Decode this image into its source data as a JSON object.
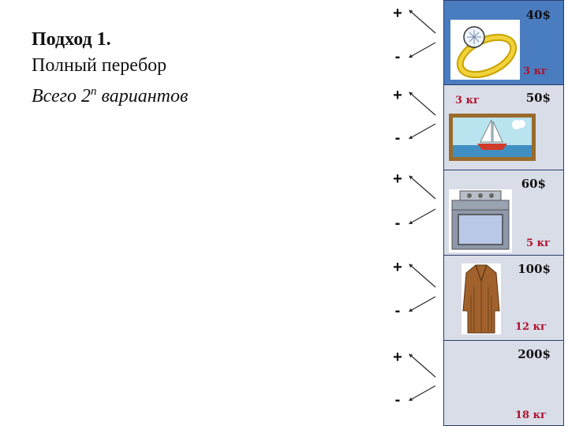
{
  "heading": {
    "line1": "Подход 1.",
    "line2": "Полный перебор",
    "line3_prefix": "Всего 2",
    "line3_exponent": "n",
    "line3_suffix": " вариантов"
  },
  "signs": {
    "plus": "+",
    "minus": "-"
  },
  "items": [
    {
      "name": "ring",
      "price": "40$",
      "weight": "3 кг",
      "selected": true
    },
    {
      "name": "painting",
      "price": "50$",
      "weight": "3 кг",
      "selected": false
    },
    {
      "name": "stove",
      "price": "60$",
      "weight": "5 кг",
      "selected": false
    },
    {
      "name": "coat",
      "price": "100$",
      "weight": "12 кг",
      "selected": false
    },
    {
      "name": "unknown",
      "price": "200$",
      "weight": "18 кг",
      "selected": false
    }
  ],
  "colors": {
    "selected_item_bg": "#4a7cc0",
    "item_bg": "#d8dde8",
    "weight_text": "#b0102a"
  }
}
